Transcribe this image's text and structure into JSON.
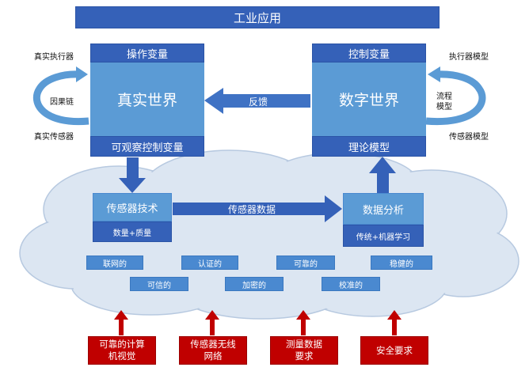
{
  "title": "工业应用",
  "real_world": {
    "top": "操作变量",
    "main": "真实世界",
    "bottom": "可观察控制变量"
  },
  "digital_world": {
    "top": "控制变量",
    "main": "数字世界",
    "bottom": "理论模型"
  },
  "feedback_label": "反馈",
  "left_side": {
    "executor": "真实执行器",
    "causal_chain": "因果链",
    "sensor": "真实传感器"
  },
  "right_side": {
    "executor_model": "执行器模型",
    "flow_model": "流程\n模型",
    "sensor_model": "传感器模型"
  },
  "sensor_tech": {
    "title": "传感器技术",
    "sub": "数量+质量"
  },
  "sensor_data_label": "传感器数据",
  "data_analysis": {
    "title": "数据分析",
    "sub": "传统+机器学习"
  },
  "properties": [
    "联网的",
    "认证的",
    "可靠的",
    "稳健的",
    "可信的",
    "加密的",
    "校准的"
  ],
  "requirements": [
    "可靠的计算\n机视觉",
    "传感器无线\n网络",
    "测量数据\n要求",
    "安全要求"
  ],
  "colors": {
    "dark_blue": "#3561b8",
    "mid_blue": "#5b9bd5",
    "cloud": "#dce6f2",
    "red": "#c00000"
  }
}
